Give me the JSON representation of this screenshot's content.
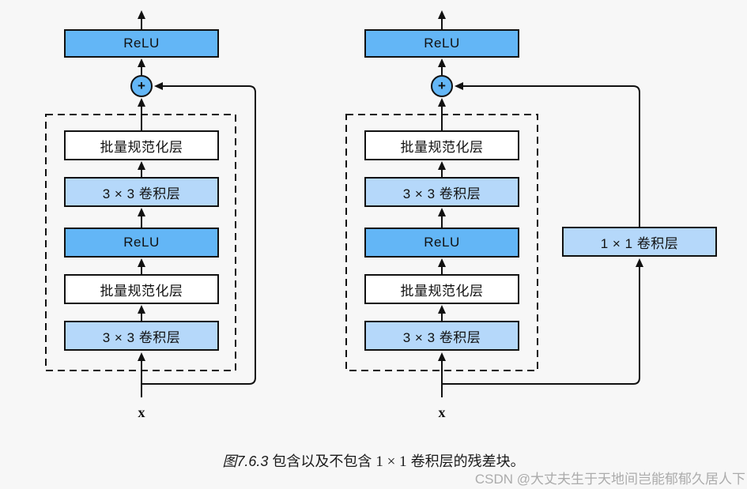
{
  "colors": {
    "background": "#f7f7f7",
    "activation_box_blue": "#63b6f6",
    "conv_box_light_blue": "#b5d8fa",
    "batchnorm_box_white": "#ffffff",
    "line_black": "#111111",
    "watermark_gray": "#7d7d7d"
  },
  "left_diagram": {
    "output_activation": "ReLU",
    "plus": "+",
    "bn_top": "批量规范化层",
    "conv_top": "3 × 3 卷积层",
    "relu_mid": "ReLU",
    "bn_bottom": "批量规范化层",
    "conv_bottom": "3 × 3 卷积层",
    "input": "x"
  },
  "right_diagram": {
    "output_activation": "ReLU",
    "plus": "+",
    "bn_top": "批量规范化层",
    "conv_top": "3 × 3 卷积层",
    "relu_mid": "ReLU",
    "bn_bottom": "批量规范化层",
    "conv_bottom": "3 × 3 卷积层",
    "conv_1x1": "1 × 1 卷积层",
    "input": "x"
  },
  "caption": {
    "figure_label": "图7.6.3",
    "before_math": "包含以及不包含",
    "math": "1 × 1",
    "after_math": "卷积层的残差块。"
  },
  "watermark": "CSDN @大丈夫生于天地间岂能郁郁久居人下"
}
